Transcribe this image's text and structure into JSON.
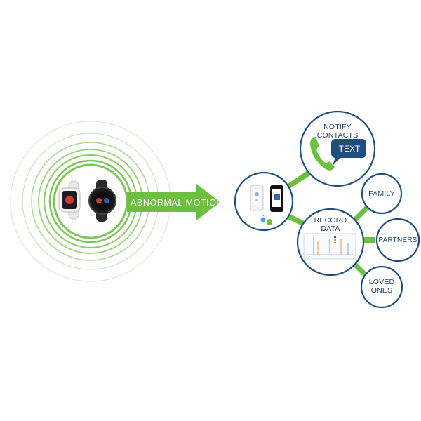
{
  "arrow": {
    "label": "ABNORMAL MOTION"
  },
  "nodes": {
    "notify": "NOTIFY\nCONTACTS",
    "text_bubble": "TEXT",
    "record": "RECORD\nDATA",
    "family": "FAMILY",
    "partners": "PARTNERS",
    "loved_ones": "LOVED\nONES"
  },
  "colors": {
    "green": "#6cbf3f",
    "navy": "#1f4e7e",
    "dark_text": "#1f3f6e",
    "ring_green": "#7dc459"
  },
  "icons": [
    "smartwatch-icon",
    "phone-icon",
    "apple-icon",
    "android-icon",
    "speech-bubble-icon",
    "chart-icon"
  ]
}
